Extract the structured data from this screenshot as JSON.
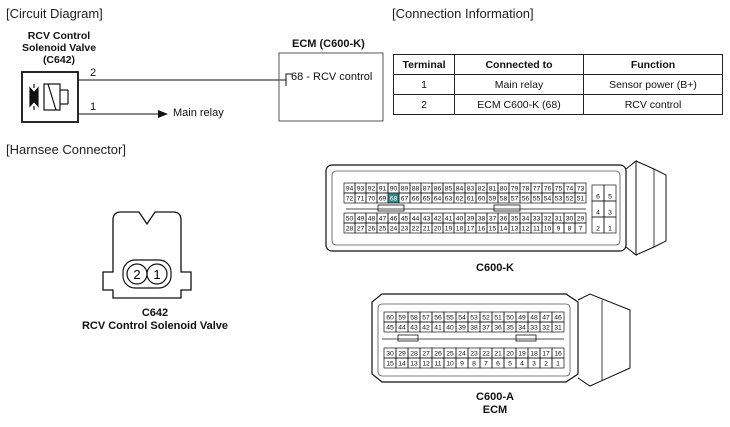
{
  "headers": {
    "circuit": "[Circuit Diagram]",
    "connection": "[Connection Information]",
    "harness": "[Harnsee Connector]"
  },
  "circuit": {
    "valve_name_line1": "RCV Control",
    "valve_name_line2": "Solenoid Valve",
    "valve_code": "(C642)",
    "pin2_label": "2",
    "pin1_label": "1",
    "main_relay_label": "Main relay",
    "ecm_title": "ECM (C600-K)",
    "ecm_pin_label": "68 - RCV control"
  },
  "table": {
    "columns": [
      "Terminal",
      "Connected to",
      "Function"
    ],
    "rows": [
      [
        "1",
        "Main relay",
        "Sensor power (B+)"
      ],
      [
        "2",
        "ECM C600-K (68)",
        "RCV control"
      ]
    ]
  },
  "connectors": {
    "c642": {
      "name": "C642",
      "desc": "RCV Control Solenoid Valve",
      "pins": [
        "2",
        "1"
      ]
    },
    "c600k": {
      "name": "C600-K",
      "row1": [
        "94",
        "93",
        "92",
        "91",
        "90",
        "89",
        "88",
        "87",
        "86",
        "85",
        "84",
        "83",
        "82",
        "81",
        "80",
        "79",
        "78",
        "77",
        "76",
        "75",
        "74",
        "73"
      ],
      "row2": [
        "72",
        "71",
        "70",
        "69",
        "68",
        "67",
        "66",
        "65",
        "64",
        "63",
        "62",
        "61",
        "60",
        "59",
        "58",
        "57",
        "56",
        "55",
        "54",
        "53",
        "52",
        "51"
      ],
      "row3": [
        "50",
        "49",
        "48",
        "47",
        "46",
        "45",
        "44",
        "43",
        "42",
        "41",
        "40",
        "39",
        "38",
        "37",
        "36",
        "35",
        "34",
        "33",
        "32",
        "31",
        "30",
        "29"
      ],
      "row4": [
        "28",
        "27",
        "26",
        "25",
        "24",
        "23",
        "22",
        "21",
        "20",
        "19",
        "18",
        "17",
        "16",
        "15",
        "14",
        "13",
        "12",
        "11",
        "10",
        "9",
        "8",
        "7"
      ],
      "side": [
        "6",
        "5",
        "4",
        "3",
        "2",
        "1"
      ],
      "highlight": "68",
      "highlight_color": "#2e8b8b"
    },
    "c600a": {
      "name": "C600-A",
      "subname": "ECM",
      "row1": [
        "60",
        "59",
        "58",
        "57",
        "56",
        "55",
        "54",
        "53",
        "52",
        "51",
        "50",
        "49",
        "48",
        "47",
        "46"
      ],
      "row2": [
        "45",
        "44",
        "43",
        "42",
        "41",
        "40",
        "39",
        "38",
        "37",
        "36",
        "35",
        "34",
        "33",
        "32",
        "31"
      ],
      "row3": [
        "30",
        "29",
        "28",
        "27",
        "26",
        "25",
        "24",
        "23",
        "22",
        "21",
        "20",
        "19",
        "18",
        "17",
        "16"
      ],
      "row4": [
        "15",
        "14",
        "13",
        "12",
        "11",
        "10",
        "9",
        "8",
        "7",
        "6",
        "5",
        "4",
        "3",
        "2",
        "1"
      ]
    }
  }
}
